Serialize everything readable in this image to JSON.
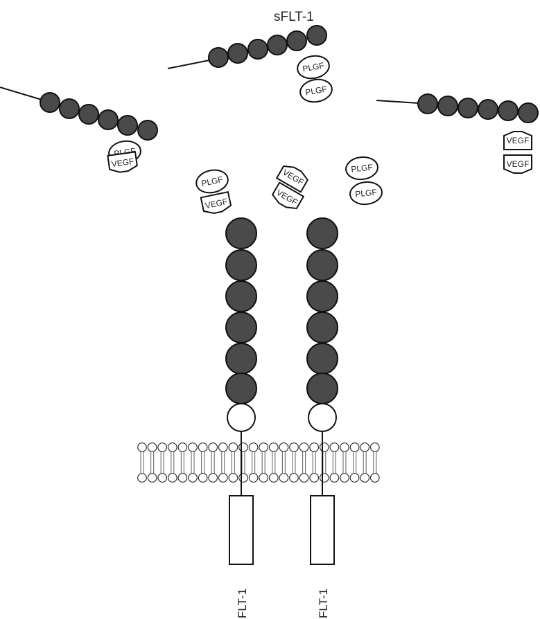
{
  "labels": {
    "soluble_receptor": "sFLT-1",
    "receptor": "FLT-1",
    "plgf": "PLGF",
    "vegf": "VEGF"
  },
  "colors": {
    "domain_fill": "#4a4a4a",
    "outline": "#111111"
  }
}
